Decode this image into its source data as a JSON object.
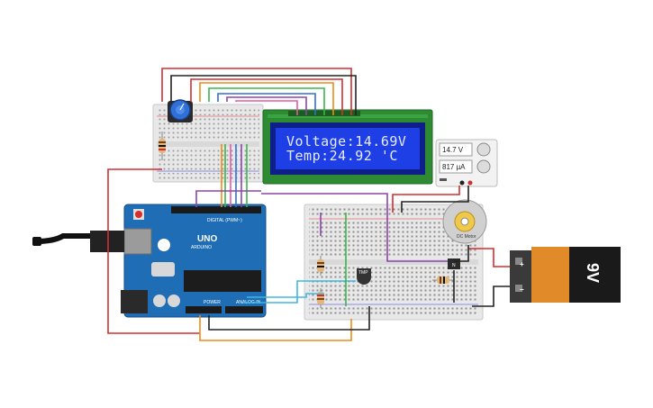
{
  "lcd": {
    "line1": "Voltage:14.69V",
    "line2": "Temp:24.92 'C"
  },
  "power_supply": {
    "voltage": "14.7 V",
    "current": "817 µA"
  },
  "arduino": {
    "brand": "ARDUINO",
    "model": "UNO",
    "digital_label": "DIGITAL (PWM~)",
    "analog_label": "ANALOG IN",
    "power_label": "POWER"
  },
  "battery": {
    "label": "9V",
    "plus": "+",
    "minus": "−"
  },
  "sensor": {
    "label": "TMP"
  },
  "motor": {
    "label": "DC Motor"
  },
  "transistor": {
    "label": "N"
  },
  "colors": {
    "red": "#d32f2f",
    "black": "#222222",
    "orange": "#ef8a17",
    "green": "#3ab54a",
    "purple": "#8e44ad",
    "blue": "#2f6fd6",
    "cyan": "#3fb8e0",
    "pink": "#e65aa6",
    "brown": "#8b5a2b",
    "arduino": "#1f6db5",
    "lcd_bezel": "#2e8b34",
    "lcd_screen": "#1e3ee6"
  }
}
